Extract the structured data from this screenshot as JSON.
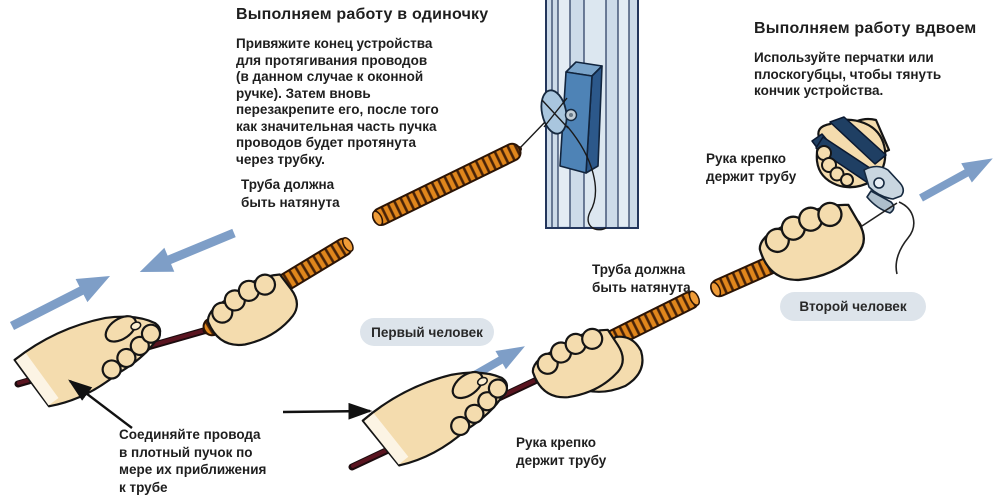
{
  "colors": {
    "background": "#ffffff",
    "text": "#1e1e1e",
    "arrow_blue": "#7e9ec7",
    "badge_background": "#dde4eb",
    "tube_orange": "#e0861c",
    "tube_rib_brown": "#472208",
    "wire_dark_red": "#5a1420",
    "skin": "#f4dcae",
    "window_frame_blue": "#cddbe9",
    "window_handle_blue": "#4e83b6",
    "pliers_navy": "#1f3f63"
  },
  "left_scene": {
    "title": "Выполняем работу в одиночку",
    "description": "Привяжите конец устройства\nдля протягивания проводов\n(в данном случае к оконной\nручке). Затем вновь\nперезакрепите его, после того\nкак значительная часть пучка\nпроводов будет протянута\nчерез трубку.",
    "tube_label": "Труба должна\nбыть натянута",
    "bundle_label": "Соединяйте провода\nв плотный пучок по\nмере их приближения\nк трубе"
  },
  "right_scene": {
    "title": "Выполняем работу вдвоем",
    "description": "Используйте перчатки или\nплоскогубцы, чтобы тянуть\nкончик устройства.",
    "tube_label": "Труба должна\nбыть натянута",
    "first_person_badge": "Первый человек",
    "second_person_badge": "Второй человек",
    "grip_label_first": "Рука крепко\nдержит трубу",
    "grip_label_second": "Рука крепко\nдержит трубу"
  }
}
